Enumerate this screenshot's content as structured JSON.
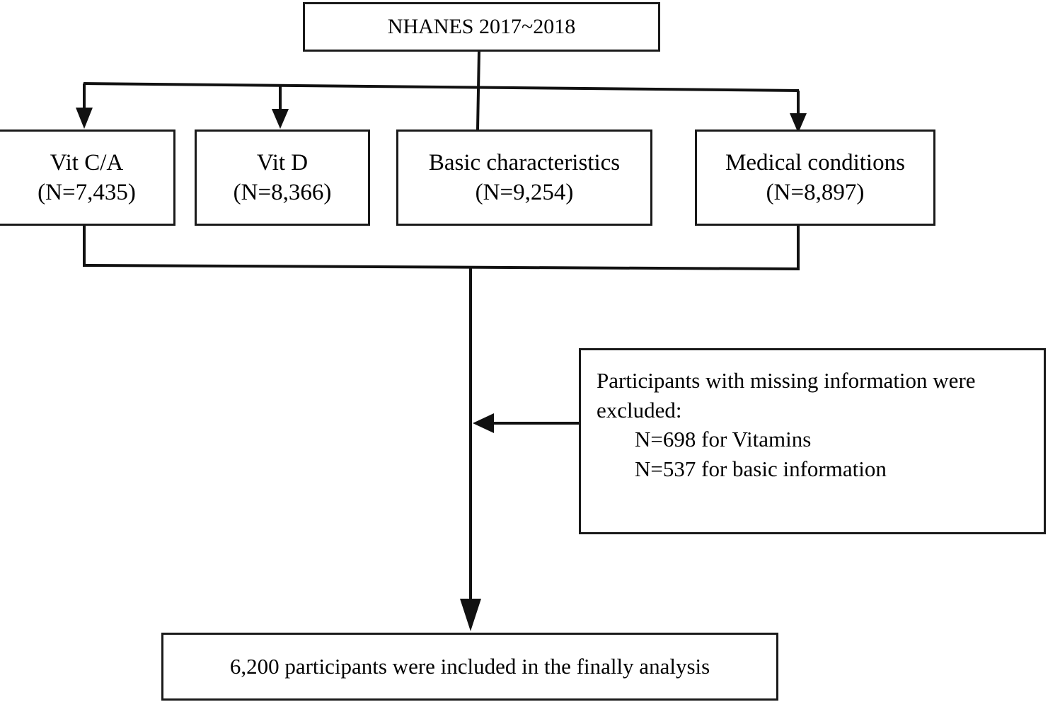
{
  "diagram": {
    "title": "NHANES participant selection flowchart",
    "line_color": "#1a1a1a",
    "background": "#ffffff"
  },
  "root": {
    "label": "NHANES 2017~2018"
  },
  "sources": [
    {
      "name": "Vit C/A",
      "count_label": "(N=7,435)",
      "n": 7435
    },
    {
      "name": "Vit D",
      "count_label": "(N=8,366)",
      "n": 8366
    },
    {
      "name": "Basic characteristics",
      "count_label": "(N=9,254)",
      "n": 9254
    },
    {
      "name": "Medical conditions",
      "count_label": "(N=8,897)",
      "n": 8897
    }
  ],
  "exclusion": {
    "heading_line1": "Participants with missing information were",
    "heading_line2": "excluded:",
    "items": [
      "N=698 for Vitamins",
      "N=537 for basic information"
    ]
  },
  "final": {
    "label": "6,200 participants were included in the finally analysis",
    "n": 6200
  }
}
